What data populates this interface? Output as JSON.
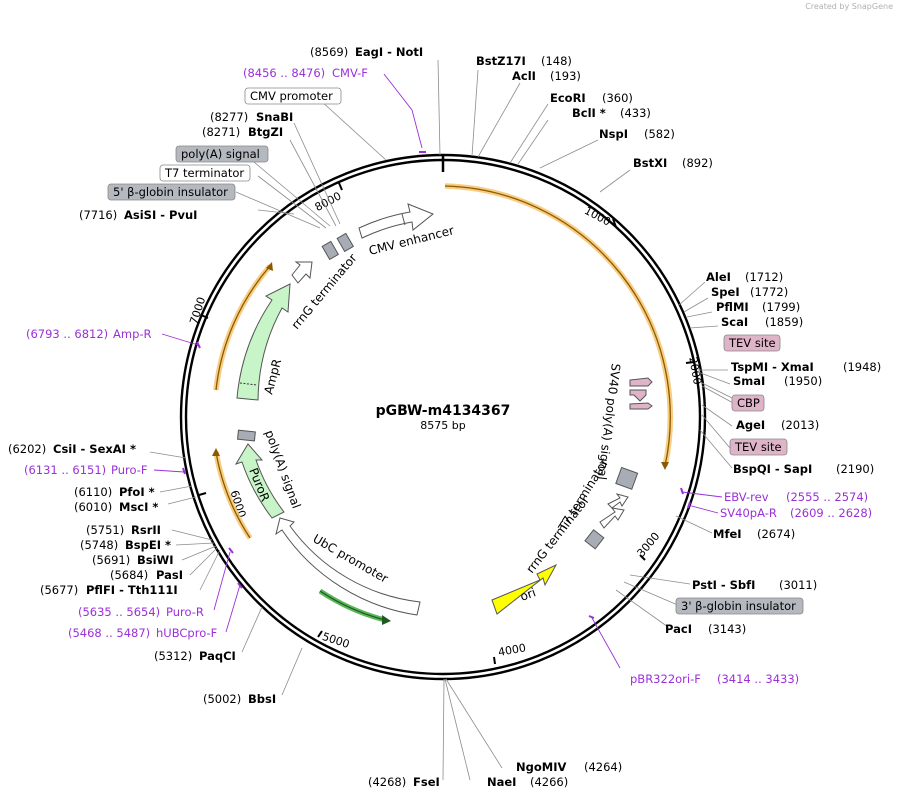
{
  "credit": "Created by SnapGene",
  "title": "pGBW-m4134367",
  "size": "8575 bp",
  "ticks": [
    "1000",
    "2000",
    "3000",
    "4000",
    "5000",
    "6000",
    "7000",
    "8000"
  ],
  "colors": {
    "orf": "#f7c46c",
    "orf_line": "#8a5a00",
    "ampr": "#c8f5c8",
    "puror": "#c8f5c8",
    "ori": "#ffff00",
    "tev": "#e0b4c8",
    "primer": "#9b30d9"
  },
  "enzymes": [
    {
      "name": "EagI  -  NotI",
      "pos": "(8569)"
    },
    {
      "name": "BstZ17I",
      "pos": "(148)"
    },
    {
      "name": "AclI",
      "pos": "(193)"
    },
    {
      "name": "EcoRI",
      "pos": "(360)"
    },
    {
      "name": "BclI *",
      "pos": "(433)"
    },
    {
      "name": "NspI",
      "pos": "(582)"
    },
    {
      "name": "BstXI",
      "pos": "(892)"
    },
    {
      "name": "AleI",
      "pos": "(1712)"
    },
    {
      "name": "SpeI",
      "pos": "(1772)"
    },
    {
      "name": "PflMI",
      "pos": "(1799)"
    },
    {
      "name": "ScaI",
      "pos": "(1859)"
    },
    {
      "name": "TspMI  -  XmaI",
      "pos": "(1948)"
    },
    {
      "name": "SmaI",
      "pos": "(1950)"
    },
    {
      "name": "AgeI",
      "pos": "(2013)"
    },
    {
      "name": "BspQI  -  SapI",
      "pos": "(2190)"
    },
    {
      "name": "MfeI",
      "pos": "(2674)"
    },
    {
      "name": "PstI  -  SbfI",
      "pos": "(3011)"
    },
    {
      "name": "PacI",
      "pos": "(3143)"
    },
    {
      "name": "NgoMIV",
      "pos": "(4264)"
    },
    {
      "name": "NaeI",
      "pos": "(4266)"
    },
    {
      "name": "FseI",
      "pos": "(4268)"
    },
    {
      "name": "BbsI",
      "pos": "(5002)"
    },
    {
      "name": "PaqCI",
      "pos": "(5312)"
    },
    {
      "name": "PflFI  -  Tth111I",
      "pos": "(5677)"
    },
    {
      "name": "PasI",
      "pos": "(5684)"
    },
    {
      "name": "BsiWI",
      "pos": "(5691)"
    },
    {
      "name": "BspEI *",
      "pos": "(5748)"
    },
    {
      "name": "RsrII",
      "pos": "(5751)"
    },
    {
      "name": "MscI *",
      "pos": "(6010)"
    },
    {
      "name": "PfoI *",
      "pos": "(6110)"
    },
    {
      "name": "CsiI  -  SexAI *",
      "pos": "(6202)"
    },
    {
      "name": "AsiSI  -  PvuI",
      "pos": "(7716)"
    },
    {
      "name": "BtgZI",
      "pos": "(8271)"
    },
    {
      "name": "SnaBI",
      "pos": "(8277)"
    }
  ],
  "primers": [
    {
      "name": "CMV-F",
      "range": "(8456 .. 8476)"
    },
    {
      "name": "EBV-rev",
      "range": "(2555 .. 2574)"
    },
    {
      "name": "SV40pA-R",
      "range": "(2609 .. 2628)"
    },
    {
      "name": "pBR322ori-F",
      "range": "(3414 .. 3433)"
    },
    {
      "name": "hUBCpro-F",
      "range": "(5468 .. 5487)"
    },
    {
      "name": "Puro-R",
      "range": "(5635 .. 5654)"
    },
    {
      "name": "Puro-F",
      "range": "(6131 .. 6151)"
    },
    {
      "name": "Amp-R",
      "range": "(6793 .. 6812)"
    }
  ],
  "boxes": [
    "CMV promoter",
    "poly(A) signal",
    "T7 terminator",
    "5' β-globin insulator",
    "TEV site",
    "CBP",
    "TEV site",
    "3' β-globin insulator"
  ],
  "features": [
    "CMV enhancer",
    "rrnG terminator",
    "AmpR",
    "poly(A) signal",
    "PuroR",
    "UbC promoter",
    "ori",
    "rrnG terminator",
    "T7 terminator",
    "SV40 poly(A) signal"
  ]
}
